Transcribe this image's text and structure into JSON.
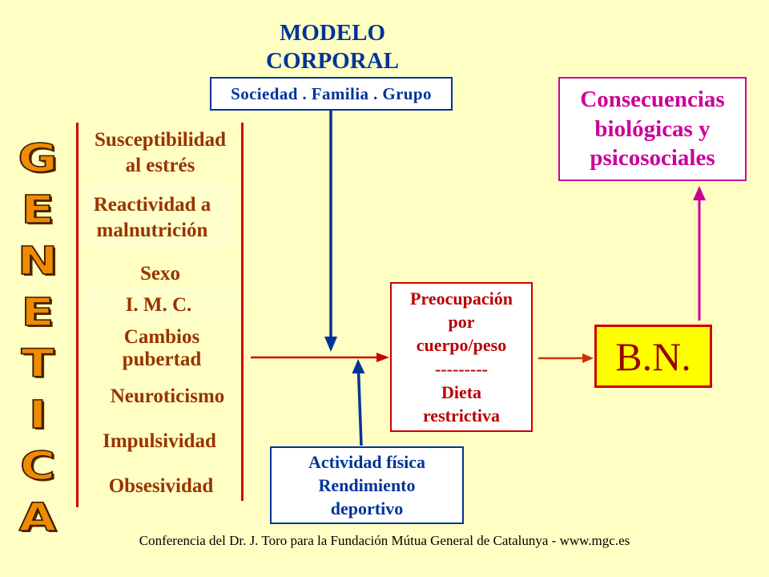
{
  "title": {
    "line1": "MODELO",
    "line2": "CORPORAL"
  },
  "society_box": {
    "label": "Sociedad . Familia . Grupo"
  },
  "consequences_box": {
    "lines": [
      "Consecuencias",
      "biológicas y",
      "psicosociales"
    ]
  },
  "genetics": {
    "label": "GENETICA"
  },
  "factors": [
    {
      "lines": [
        "Susceptibilidad",
        "al estrés"
      ]
    },
    {
      "lines": [
        "Reactividad a",
        "malnutrición"
      ]
    },
    {
      "lines": [
        "Sexo"
      ]
    },
    {
      "lines": [
        "I. M. C."
      ]
    },
    {
      "lines": [
        "Cambios",
        "pubertad"
      ]
    },
    {
      "lines": [
        "Neuroticismo"
      ]
    },
    {
      "lines": [
        "Impulsividad"
      ]
    },
    {
      "lines": [
        "Obsesividad"
      ]
    }
  ],
  "concern_box": {
    "lines": [
      "Preocupación",
      "por",
      "cuerpo/peso",
      "---------",
      "Dieta",
      "restrictiva"
    ]
  },
  "bn_box": {
    "label": "B.N."
  },
  "activity_box": {
    "lines": [
      "Actividad física",
      "Rendimiento",
      "deportivo"
    ]
  },
  "footer": "Conferencia del Dr. J. Toro para la Fundación Mútua General de Catalunya - www.mgc.es",
  "colors": {
    "background": "#FFFFC4",
    "blue": "#003399",
    "red": "#CC0000",
    "magenta": "#CC0099",
    "factor_text": "#993300",
    "bn_fill": "#FFFF00",
    "genetics_fill": "#F08A00"
  }
}
